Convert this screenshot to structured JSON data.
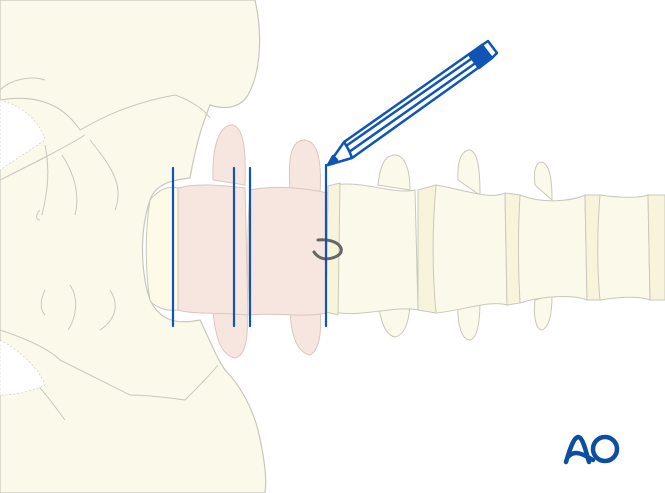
{
  "illustration": {
    "title": "Sacrum and lumbar spine with marking lines, pencil marking level",
    "colors": {
      "bone": "#fbf9ea",
      "bone_shade": "#f3f0d8",
      "bone_outline": "#c9c7bd",
      "highlighted_vertebrae": "#f7e6df",
      "highlight_outline": "#d9c6bf",
      "disc": "#f8f4dc",
      "marking_line": "#1055b5",
      "pencil": "#1055b5",
      "hook_mark": "#666666",
      "logo": "#0b4ea2"
    },
    "marking_lines_x": [
      173,
      234,
      250,
      326
    ],
    "labels": {
      "logo_text": "AO"
    }
  }
}
